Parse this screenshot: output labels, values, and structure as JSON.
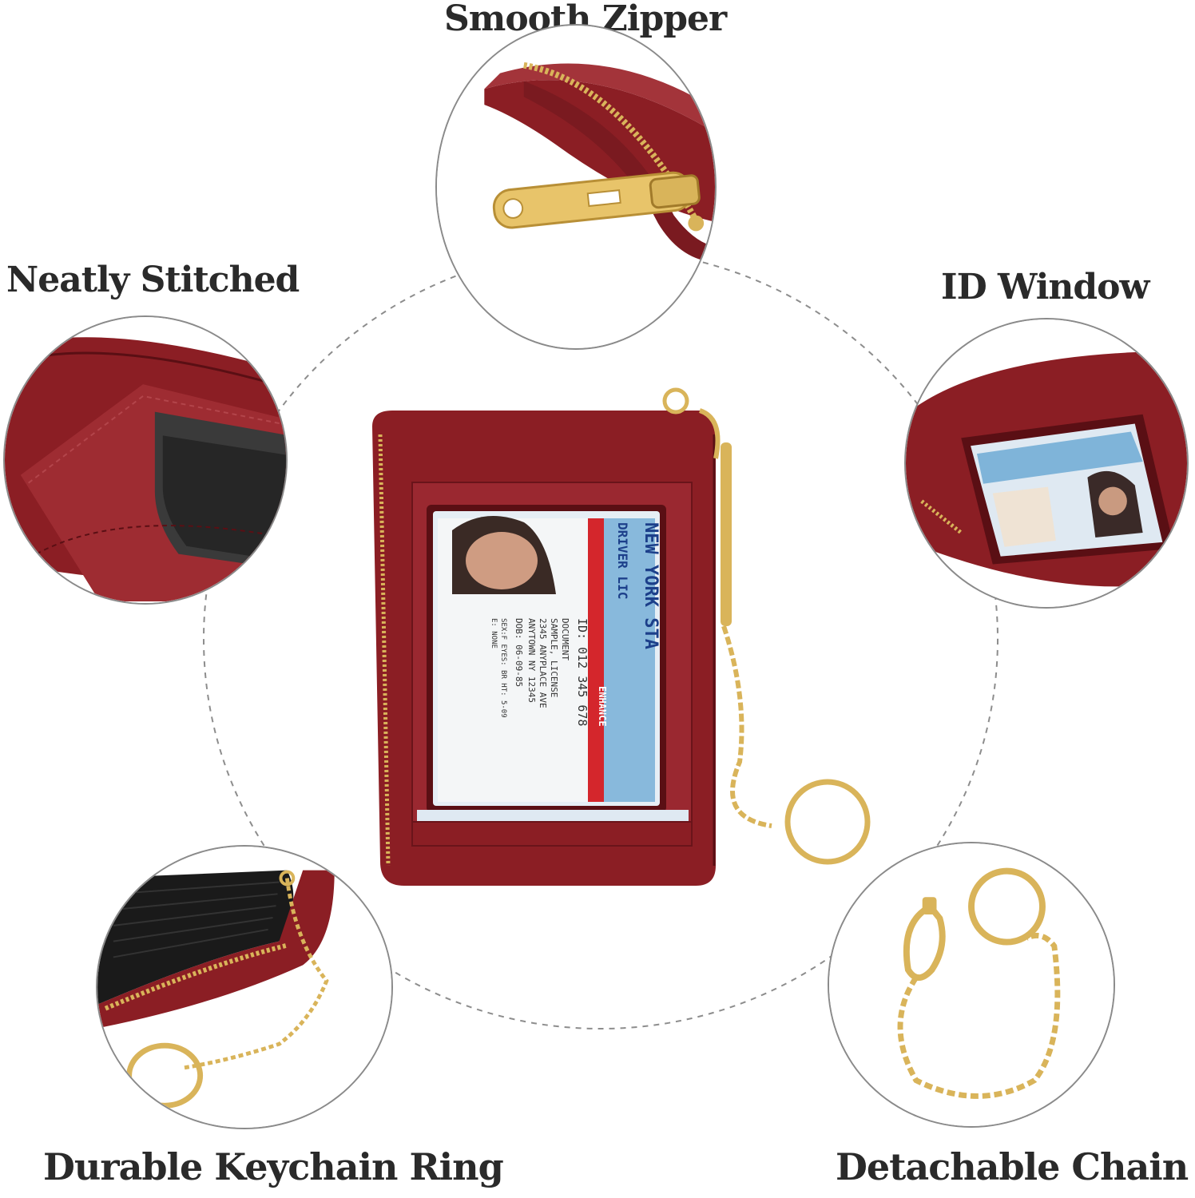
{
  "features": {
    "smooth_zipper": "Smooth Zipper",
    "neatly_stitched": "Neatly Stitched",
    "id_window": "ID Window",
    "keychain_ring": "Durable Keychain Ring",
    "detachable_chain": "Detachable Chain"
  },
  "product": {
    "color": "#8b1e24",
    "hardware_color": "#d9b45a"
  },
  "id_card": {
    "state": "NEW YORK STA",
    "type": "DRIVER LIC",
    "banner": "ENHANCE",
    "id_line": "ID: 012 345 678",
    "name1": "DOCUMENT",
    "name2": "SAMPLE, LICENSE",
    "addr1": "2345 ANYPLACE AVE",
    "addr2": "ANYTOWN NY 12345",
    "dob": "DOB: 06-09-85",
    "sex": "SEX:F  EYES: BR  HT: 5-09",
    "e": "E: NONE"
  }
}
